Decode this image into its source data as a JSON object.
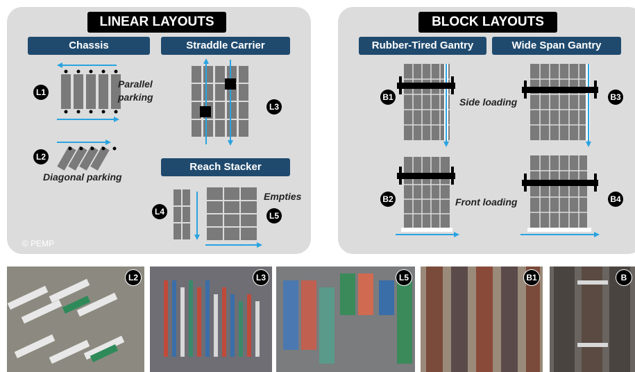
{
  "linear": {
    "title": "LINEAR LAYOUTS",
    "chassis_label": "Chassis",
    "straddle_label": "Straddle Carrier",
    "reach_label": "Reach Stacker",
    "parallel_line1": "Parallel",
    "parallel_line2": "parking",
    "diagonal_label": "Diagonal parking",
    "empties_label": "Empties",
    "credit": "© PEMP",
    "badges": {
      "l1": "L1",
      "l2": "L2",
      "l3": "L3",
      "l4": "L4",
      "l5": "L5"
    }
  },
  "block": {
    "title": "BLOCK LAYOUTS",
    "rtg_label": "Rubber-Tired Gantry",
    "wsg_label": "Wide Span Gantry",
    "side_loading": "Side loading",
    "front_loading": "Front loading",
    "badges": {
      "b1": "B1",
      "b2": "B2",
      "b3": "B3",
      "b4": "B4"
    }
  },
  "photos": [
    {
      "badge": "L2"
    },
    {
      "badge": "L3"
    },
    {
      "badge": "L5"
    },
    {
      "badge": "B1"
    },
    {
      "badge": "B"
    }
  ],
  "colors": {
    "panel": "#dcdcdc",
    "header_bg": "#1f4a6e",
    "arrow": "#29a3e0",
    "container": "#7a7a7a",
    "gantry": "#000000"
  }
}
